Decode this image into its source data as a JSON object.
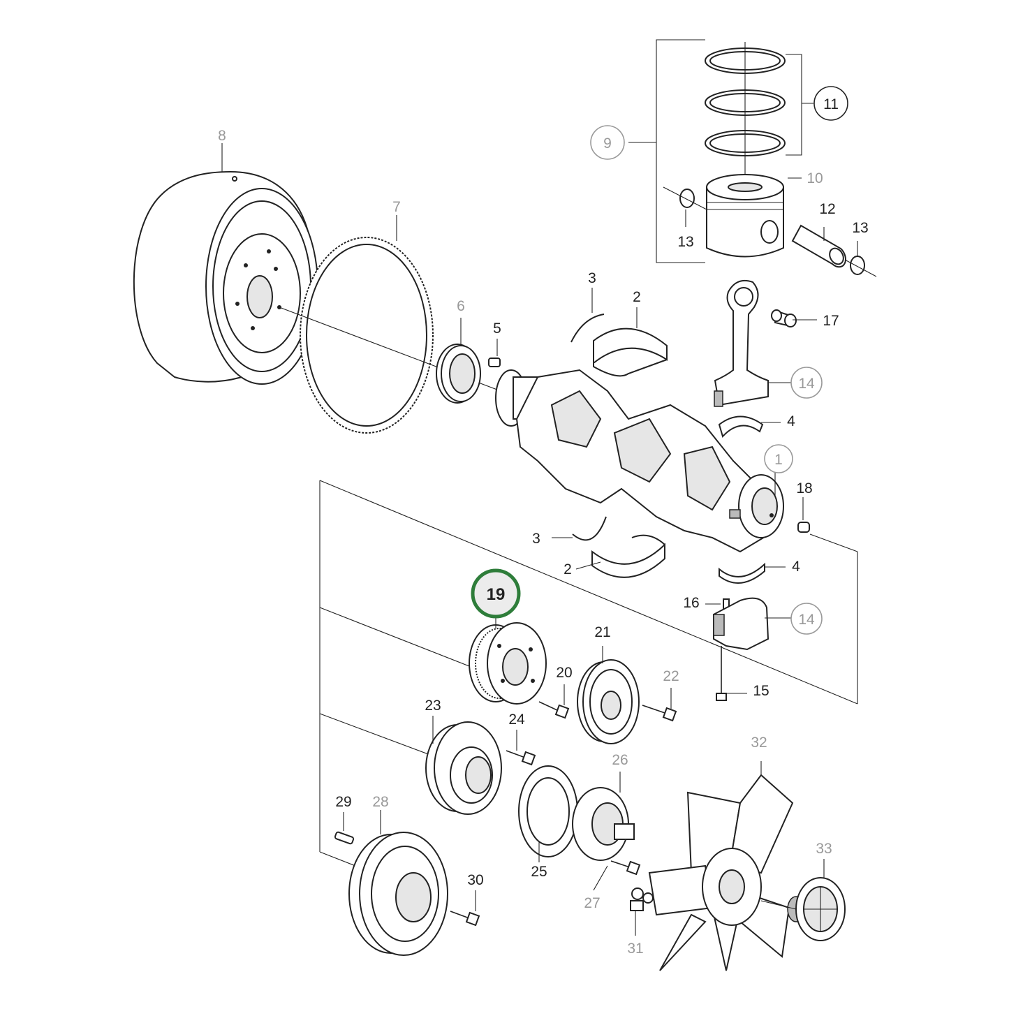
{
  "callouts": {
    "c1": "1",
    "c2a": "2",
    "c2b": "2",
    "c3a": "3",
    "c3b": "3",
    "c4a": "4",
    "c4b": "4",
    "c5": "5",
    "c6": "6",
    "c7": "7",
    "c8": "8",
    "c9": "9",
    "c10": "10",
    "c11": "11",
    "c12": "12",
    "c13a": "13",
    "c13b": "13",
    "c14a": "14",
    "c14b": "14",
    "c15": "15",
    "c16": "16",
    "c17": "17",
    "c18": "18",
    "c19": "19",
    "c20": "20",
    "c21": "21",
    "c22": "22",
    "c23": "23",
    "c24": "24",
    "c25": "25",
    "c26": "26",
    "c27": "27",
    "c28": "28",
    "c29": "29",
    "c30": "30",
    "c31": "31",
    "c32": "32",
    "c33": "33"
  },
  "highlighted_part": "19",
  "colors": {
    "highlight_ring": "#2e7d3a",
    "gray_label": "#999999",
    "line": "#222222"
  }
}
